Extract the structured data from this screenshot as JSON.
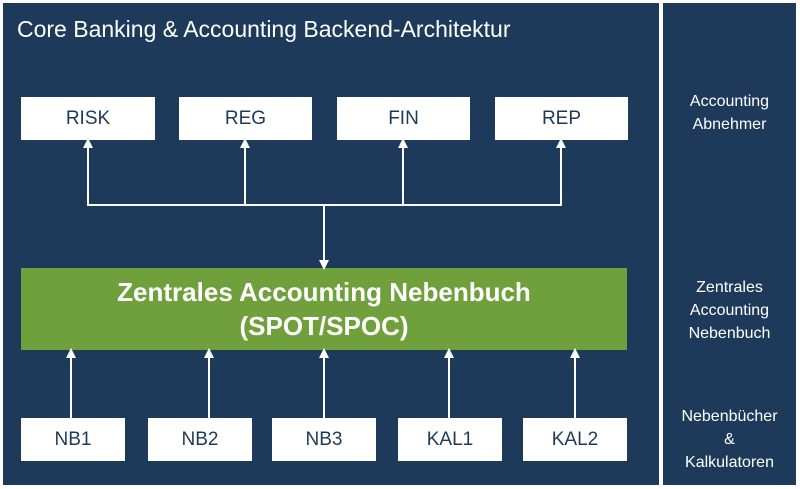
{
  "title": "Core Banking & Accounting Backend-Architektur",
  "consumers": [
    "RISK",
    "REG",
    "FIN",
    "REP"
  ],
  "central": {
    "line1": "Zentrales Accounting Nebenbuch",
    "line2": "(SPOT/SPOC)"
  },
  "sources": [
    "NB1",
    "NB2",
    "NB3",
    "KAL1",
    "KAL2"
  ],
  "side_labels": {
    "consumers": [
      "Accounting",
      "Abnehmer"
    ],
    "central": [
      "Zentrales",
      "Accounting",
      "Nebenbuch"
    ],
    "sources": [
      "Nebenbücher",
      "&",
      "Kalkulatoren"
    ]
  },
  "colors": {
    "background": "#1e3a5a",
    "box": "#ffffff",
    "central": "#70a03c",
    "text_dark": "#1e3a5a",
    "text_light": "#ffffff"
  }
}
